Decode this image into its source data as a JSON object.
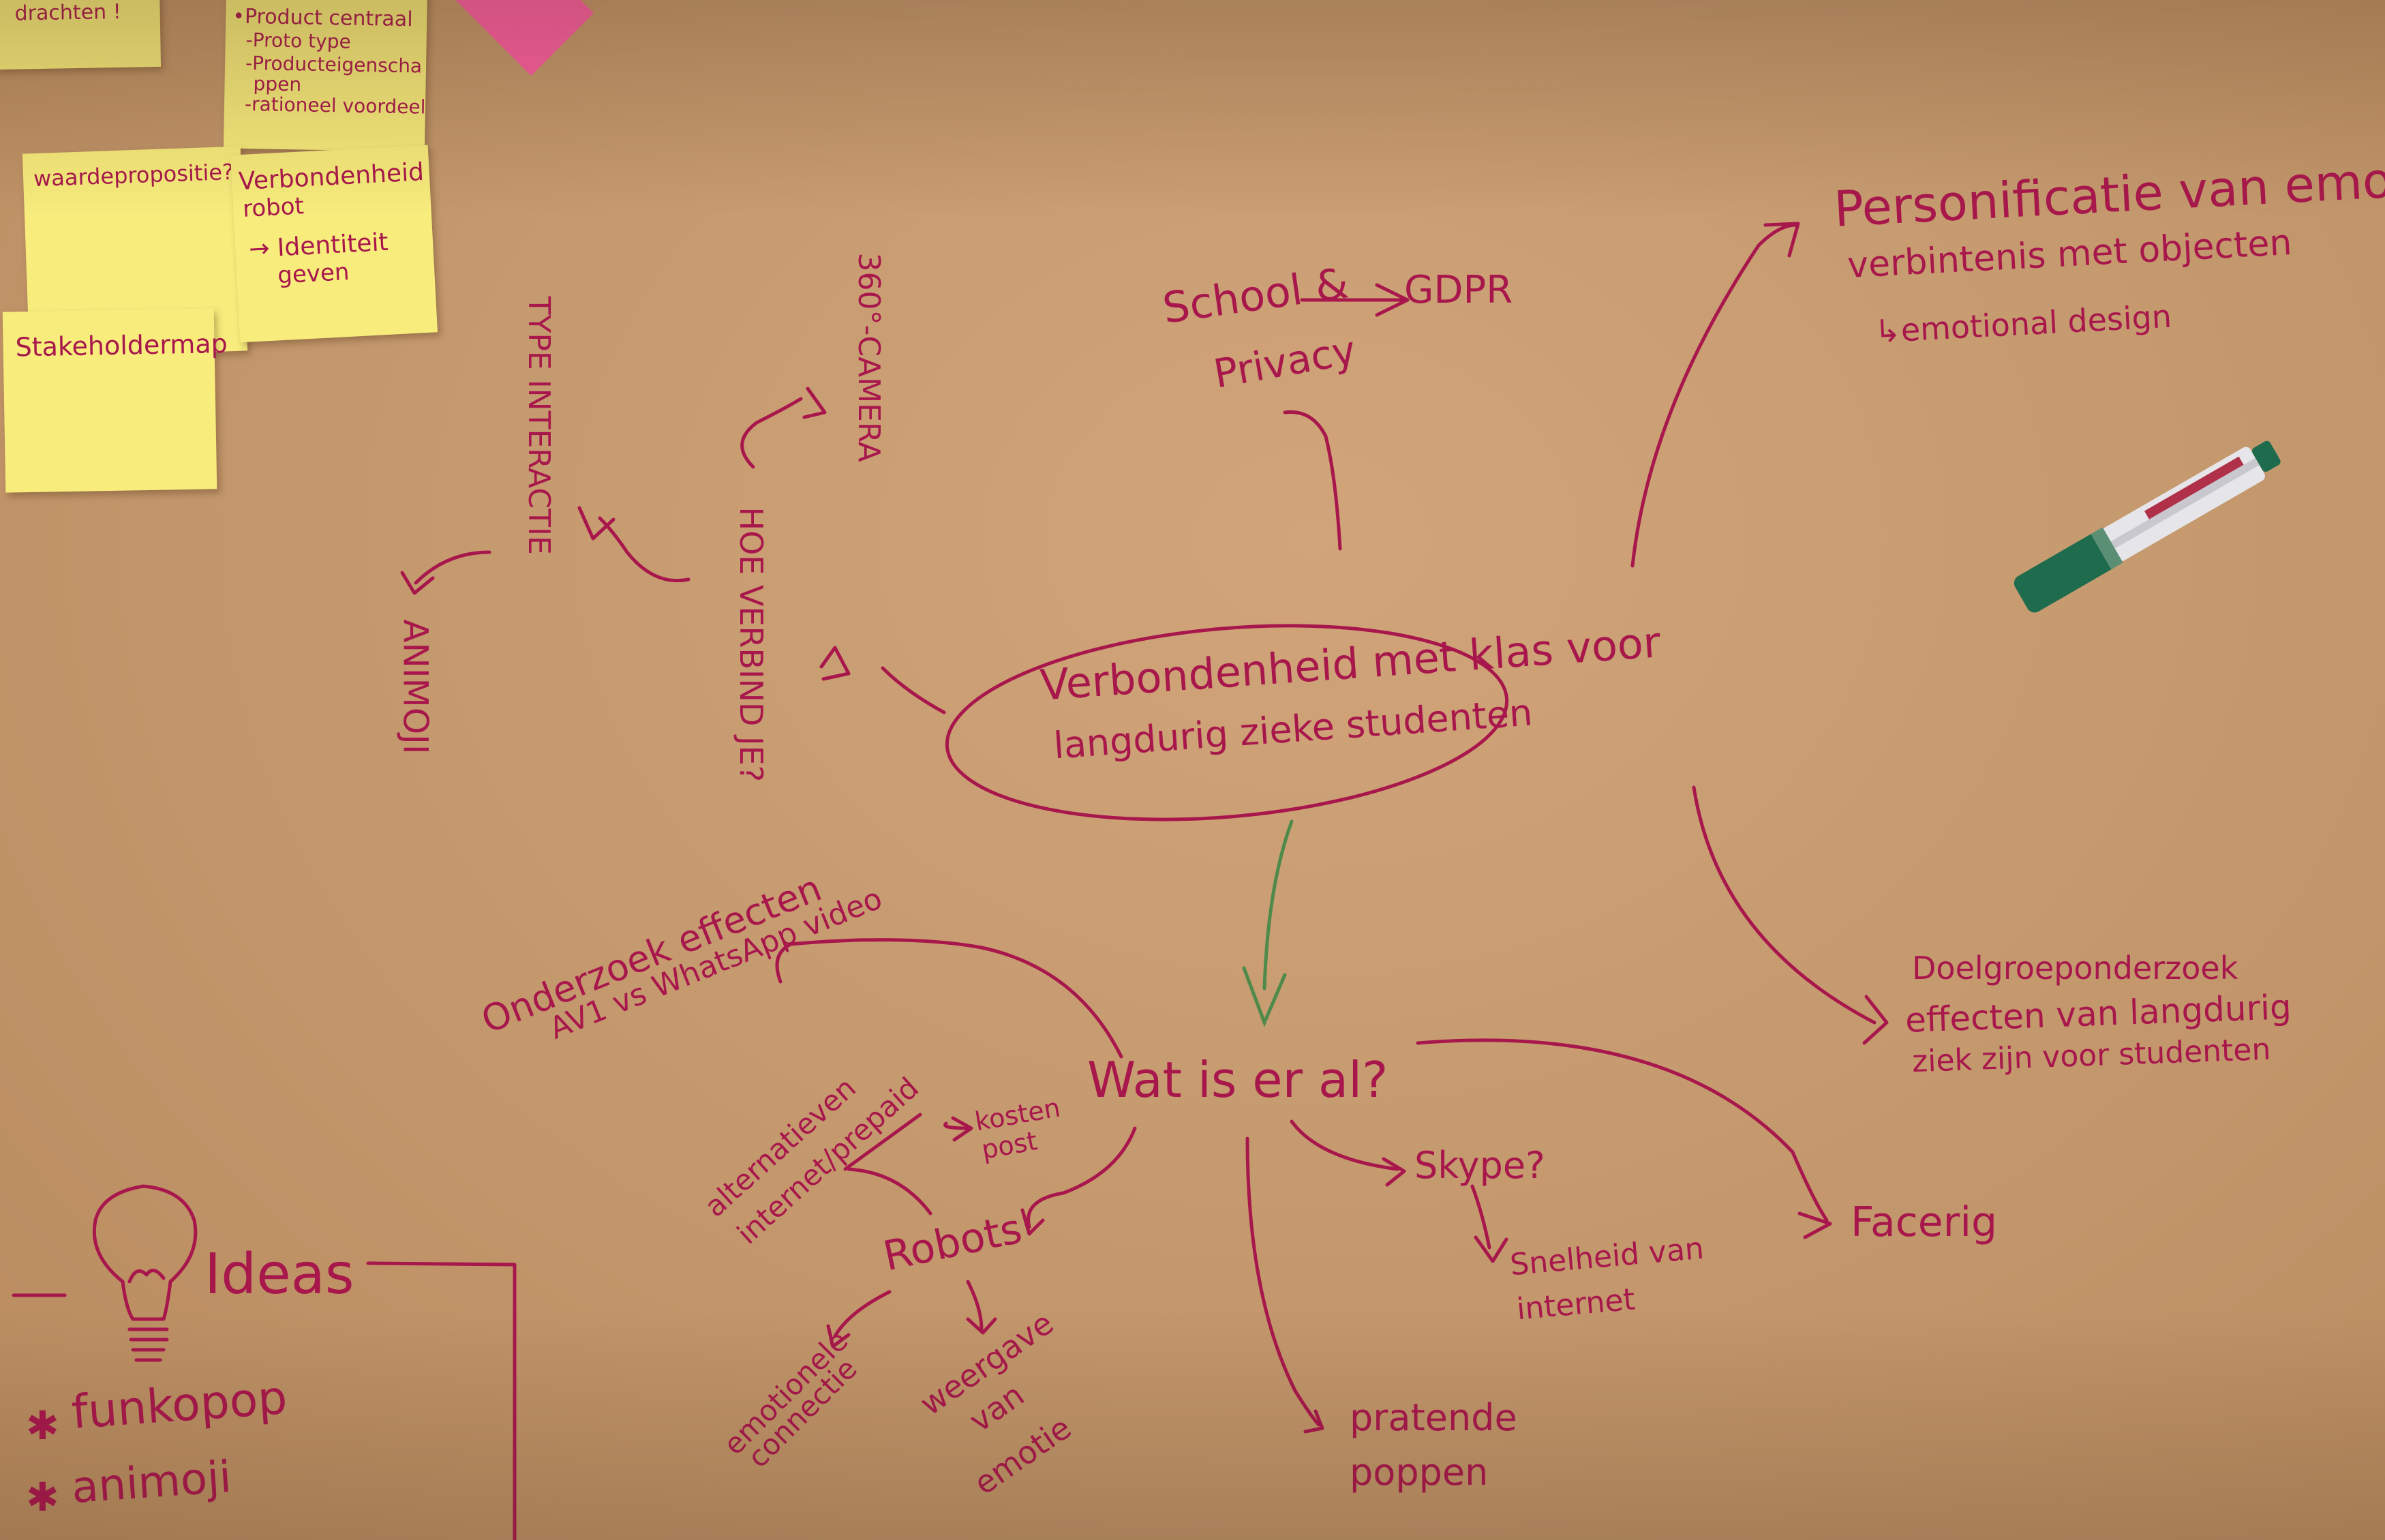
{
  "center": {
    "line1": "Verbondenheid met klas voor",
    "line2": "langdurig zieke studenten"
  },
  "top": {
    "school": "School &",
    "privacy": "Privacy",
    "gdpr": "GDPR"
  },
  "right_top": {
    "line1": "Personificatie van emotionele",
    "line2": "verbintenis met objecten",
    "line3": "↳emotional design"
  },
  "right_mid": {
    "line1": "Doelgroeponderzoek",
    "line2": "effecten van langdurig",
    "line3": "ziek zijn voor studenten"
  },
  "left": {
    "hoe": "HOE VERBIND JE?",
    "camera": "360°-CAMERA",
    "type": "TYPE INTERACTIE",
    "animoji_v": "ANIMOJI"
  },
  "wat": {
    "title": "Wat is er al?",
    "skype": "Skype?",
    "snelheid1": "Snelheid van",
    "snelheid2": "internet",
    "facerig": "Facerig",
    "pratende1": "pratende",
    "pratende2": "poppen"
  },
  "onderzoek": {
    "line1": "Onderzoek effecten",
    "line2": "AV1 vs WhatsApp video"
  },
  "robots": {
    "title": "Robots",
    "alt1": "alternatieven",
    "alt2": "internet/prepaid",
    "kosten1": "kosten",
    "kosten2": "post",
    "emo1": "emotionele",
    "emo2": "connectie",
    "weer1": "weergave",
    "weer2": "van",
    "weer3": "emotie"
  },
  "ideas": {
    "title": "Ideas",
    "item1": "funkopop",
    "item2": "animoji"
  },
  "notes": {
    "n1": "drachten !",
    "n2a": "•Product centraal",
    "n2b": "-Proto type",
    "n2c": "-Producteigenscha",
    "n2d": "ppen",
    "n2e": "-rationeel voordeel",
    "n3": "waardepropositie?",
    "n4a": "Verbondenheid",
    "n4b": "robot",
    "n4c": "→ Identiteit",
    "n4d": "geven",
    "n5": "Stakeholdermap"
  },
  "colors": {
    "paper": "#c69a6f",
    "ink": "#a8174c",
    "green_ink": "#4f8a4a",
    "sticky": "#f7ec7c",
    "pink_note": "#ff5ca6",
    "marker_body": "#e8e8ec",
    "marker_cap": "#1f6b4e"
  }
}
